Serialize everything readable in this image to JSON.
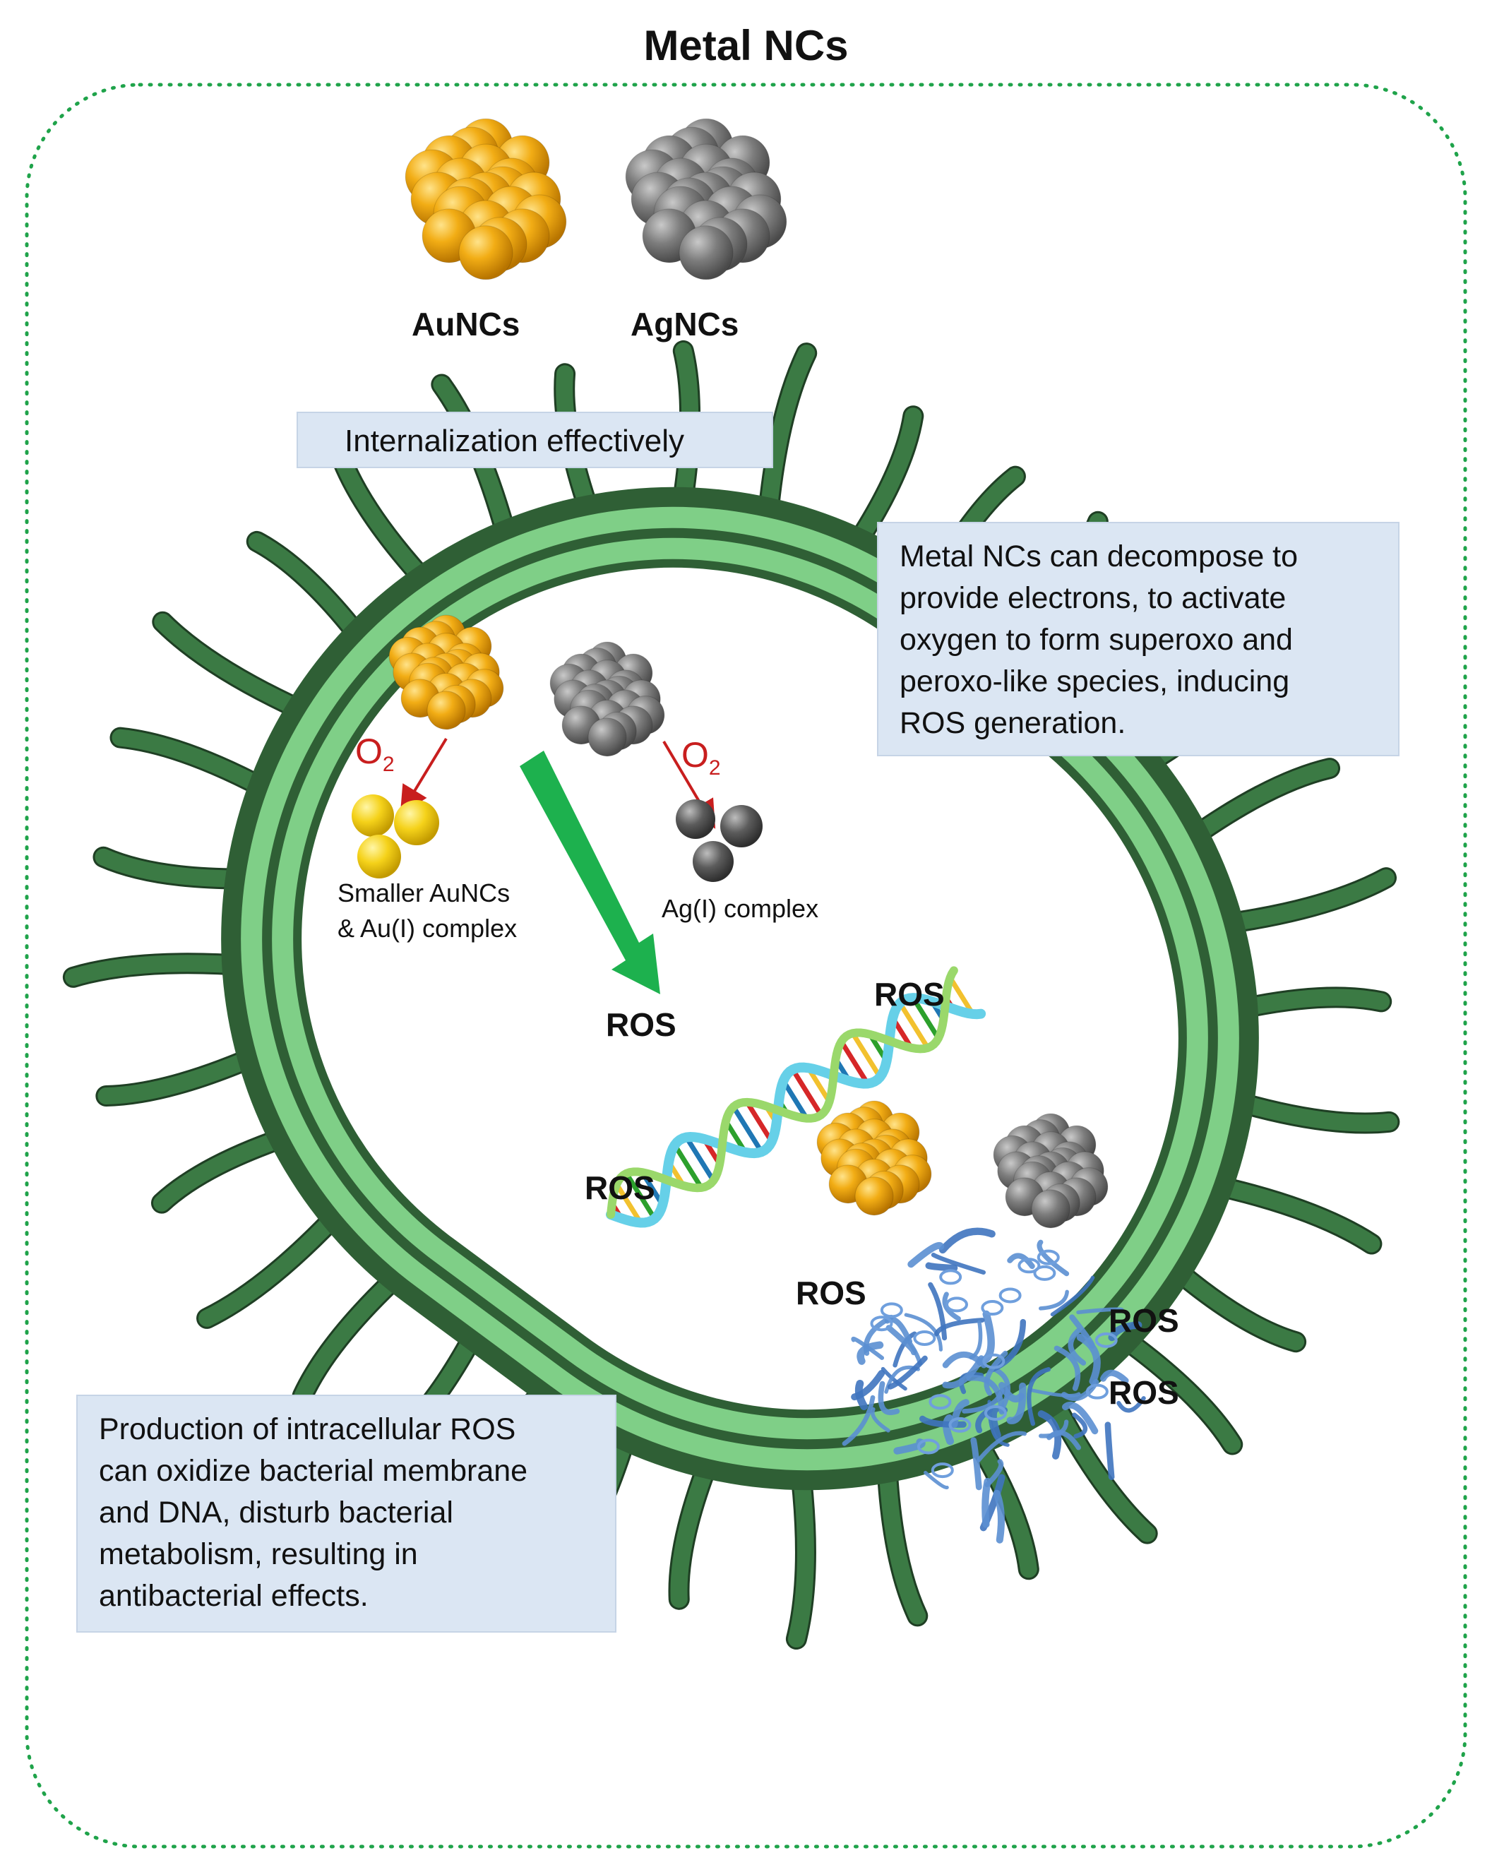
{
  "title": "Metal NCs",
  "nanoclusters": {
    "au_label": "AuNCs",
    "ag_label": "AgNCs"
  },
  "boxes": {
    "internalization": "Internalization  effectively",
    "mechanism": [
      "Metal NCs can decompose to",
      "provide electrons, to activate",
      "oxygen to form superoxo and",
      "peroxo-like  species, inducing",
      "ROS generation."
    ],
    "effect": [
      "Production of intracellular  ROS",
      "can oxidize bacterial membrane",
      "and DNA, disturb bacterial",
      "metabolism, resulting  in",
      "antibacterial  effects."
    ]
  },
  "inside": {
    "o2_symbol": "O",
    "o2_subscript": "2",
    "au_product": [
      "Smaller AuNCs",
      "& Au(I) complex"
    ],
    "ag_product": "Ag(I) complex",
    "ros": "ROS"
  },
  "colors": {
    "membrane_outer": "#2f5f35",
    "membrane_light": "#7fcf87",
    "flagella": "#3b7a44",
    "gold": "#e8a40c",
    "silver": "#7a7a7a",
    "box_fill": "#dbe6f3",
    "arrow_green": "#1db14e",
    "o2_red": "#c81e1e",
    "protein_blue": "#5b8fd1",
    "dna_cyan": "#66d0e8"
  },
  "icons": {
    "au_cluster": "gold-nanocluster-icon",
    "ag_cluster": "silver-nanocluster-icon",
    "dna": "dna-helix-icon",
    "protein": "protein-structure-icon"
  }
}
